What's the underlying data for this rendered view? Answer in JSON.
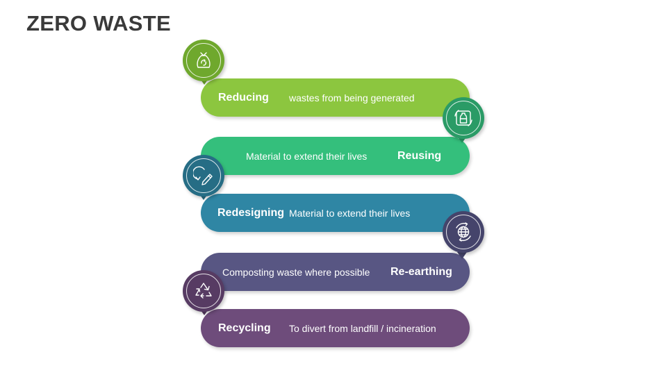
{
  "title": "ZERO WASTE",
  "steps": [
    {
      "label": "Reducing",
      "text": "wastes from being generated",
      "color": "#8cc63f",
      "badge_color": "#6fa82d",
      "icon": "waste-bag-recycle-icon"
    },
    {
      "label": "Reusing",
      "text": "Material to extend their lives",
      "color": "#34bf7c",
      "badge_color": "#2a9b66",
      "icon": "reuse-bottle-icon"
    },
    {
      "label": "Redesigning",
      "text": "Material to extend their lives",
      "color": "#2f86a4",
      "badge_color": "#266d85",
      "icon": "redesign-pencil-icon"
    },
    {
      "label": "Re-earthing",
      "text": "Composting waste where possible",
      "color": "#585683",
      "badge_color": "#45446b",
      "icon": "globe-cycle-icon"
    },
    {
      "label": "Recycling",
      "text": "To divert from landfill / incineration",
      "color": "#6e4c7b",
      "badge_color": "#573b63",
      "icon": "recycle-icon"
    }
  ]
}
